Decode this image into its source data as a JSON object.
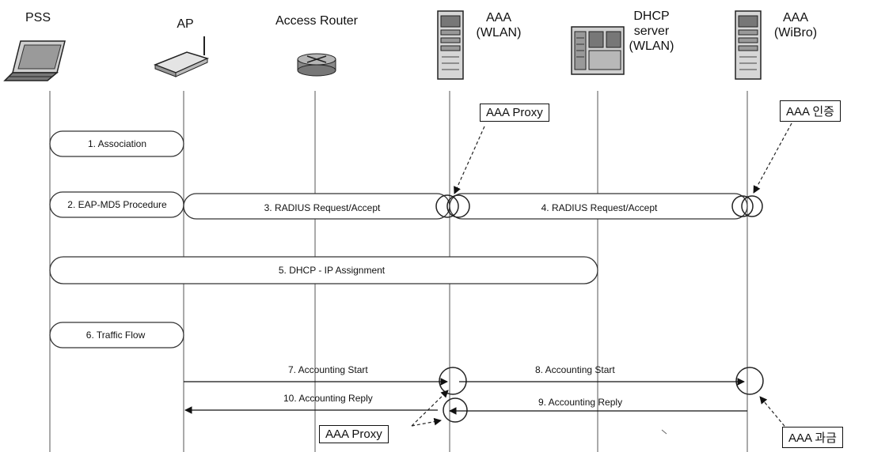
{
  "entities": {
    "pss": "PSS",
    "ap": "AP",
    "router": "Access Router",
    "aaa_wlan_1": "AAA",
    "aaa_wlan_2": "(WLAN)",
    "dhcp_1": "DHCP",
    "dhcp_2": "server",
    "dhcp_3": "(WLAN)",
    "aaa_wibro_1": "AAA",
    "aaa_wibro_2": "(WiBro)"
  },
  "callouts": {
    "proxy_top": "AAA Proxy",
    "auth": "AAA 인증",
    "proxy_bottom": "AAA Proxy",
    "billing": "AAA 과금"
  },
  "steps": {
    "s1": "1. Association",
    "s2": "2. EAP-MD5 Procedure",
    "s3": "3. RADIUS Request/Accept",
    "s4": "4. RADIUS Request/Accept",
    "s5": "5. DHCP - IP Assignment",
    "s6": "6. Traffic Flow",
    "s7": "7. Accounting Start",
    "s8": "8. Accounting Start",
    "s9": "9. Accounting Reply",
    "s10": "10. Accounting Reply"
  }
}
